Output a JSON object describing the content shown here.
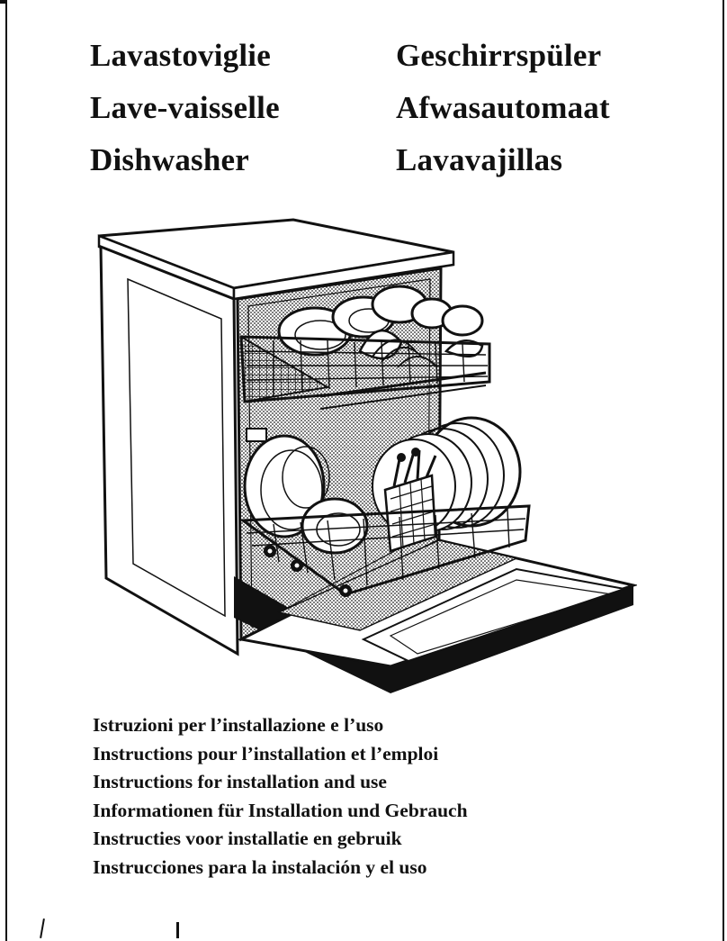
{
  "titles": [
    {
      "left": "Lavastoviglie",
      "right": "Geschirrspüler"
    },
    {
      "left": "Lave-vaisselle",
      "right": "Afwasautomaat"
    },
    {
      "left": "Dishwasher",
      "right": "Lavavajillas"
    }
  ],
  "illustration": {
    "icon": "dishwasher-illustration"
  },
  "instructions": [
    "Istruzioni per l’installazione e l’uso",
    "Instructions pour l’installation et l’emploi",
    "Instructions for installation and use",
    "Informationen für Installation und Gebrauch",
    "Instructies voor installatie en gebruik",
    "Instrucciones para la instalación y el uso"
  ]
}
